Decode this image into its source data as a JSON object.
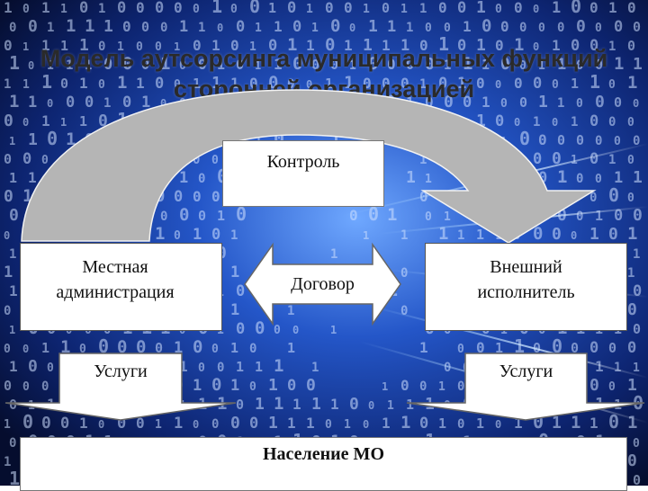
{
  "title": "Модель аутсорсинга муниципальных функций сторонней организацией",
  "boxes": {
    "control": "Контроль",
    "local_admin": "Местная администрация",
    "contractor": "Внешний исполнитель",
    "agreement": "Договор",
    "services_left": "Услуги",
    "services_right": "Услуги",
    "population": "Население МО"
  },
  "colors": {
    "background_dark": "#0b1a4a",
    "background_blue": "#1f4fb8",
    "arc_arrow": "#b5b5b5",
    "box_fill": "#ffffff"
  }
}
